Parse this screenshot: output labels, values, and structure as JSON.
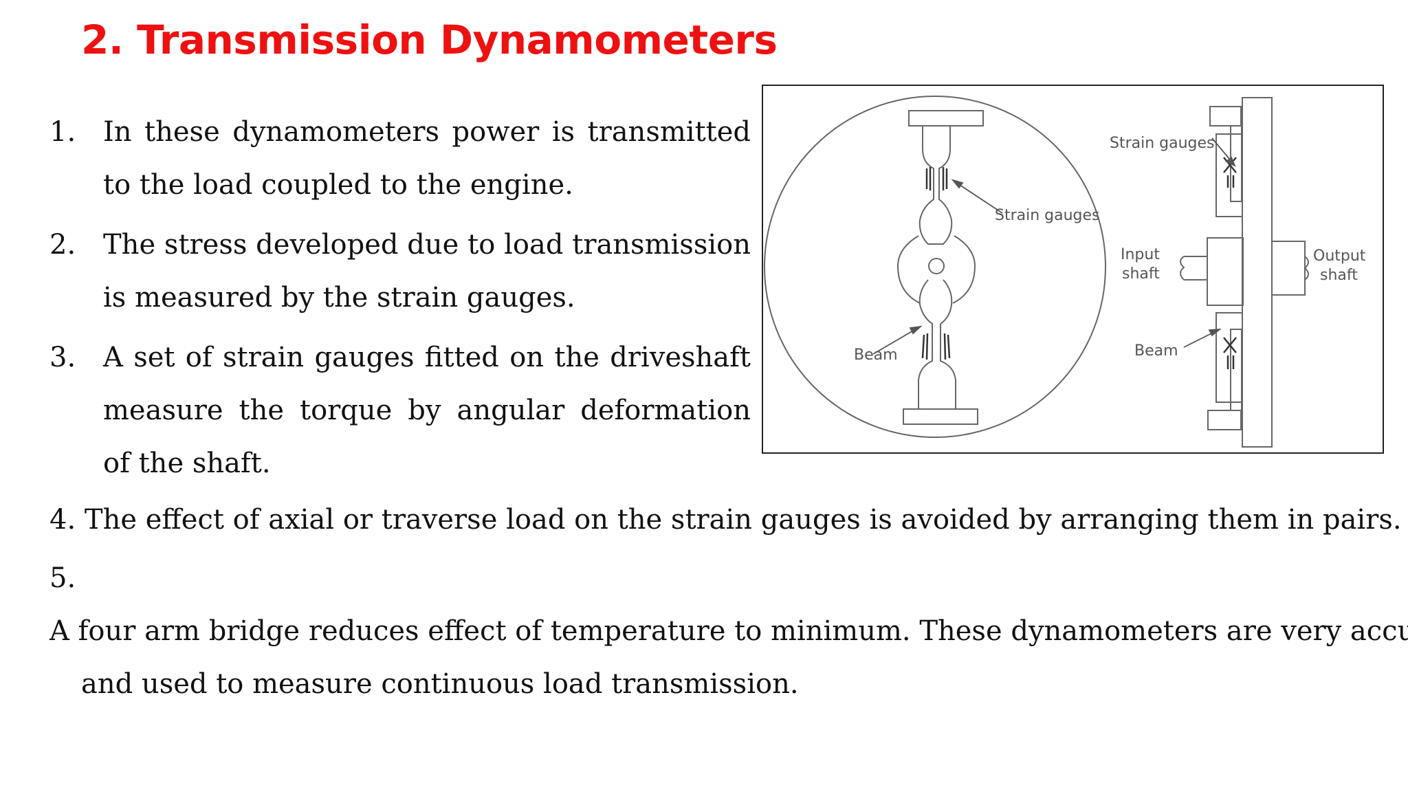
{
  "title": "2. Transmission Dynamometers",
  "items": [
    {
      "num": "1.",
      "text": "In these dynamometers power is transmitted to the load coupled to the engine."
    },
    {
      "num": "2.",
      "text": "The stress developed due to load transmission is measured by the strain gauges."
    },
    {
      "num": "3.",
      "text": "A set of strain gauges fitted on the driveshaft measure the torque by angular deformation of the shaft."
    },
    {
      "num": "4.",
      "text": "The effect of axial or traverse load on the strain gauges is avoided by arranging them in pairs."
    },
    {
      "num": "5.",
      "line1": "A four arm bridge reduces effect of temperature to minimum. These dynamometers are very accurate",
      "line2": "and used to measure continuous load transmission."
    }
  ],
  "figure": {
    "labels": {
      "strain_gauges_center": "Strain gauges",
      "strain_gauges_side": "Strain gauges",
      "beam_left": "Beam",
      "beam_right": "Beam",
      "input_shaft_1": "Input",
      "input_shaft_2": "shaft",
      "output_shaft_1": "Output",
      "output_shaft_2": "shaft"
    }
  }
}
